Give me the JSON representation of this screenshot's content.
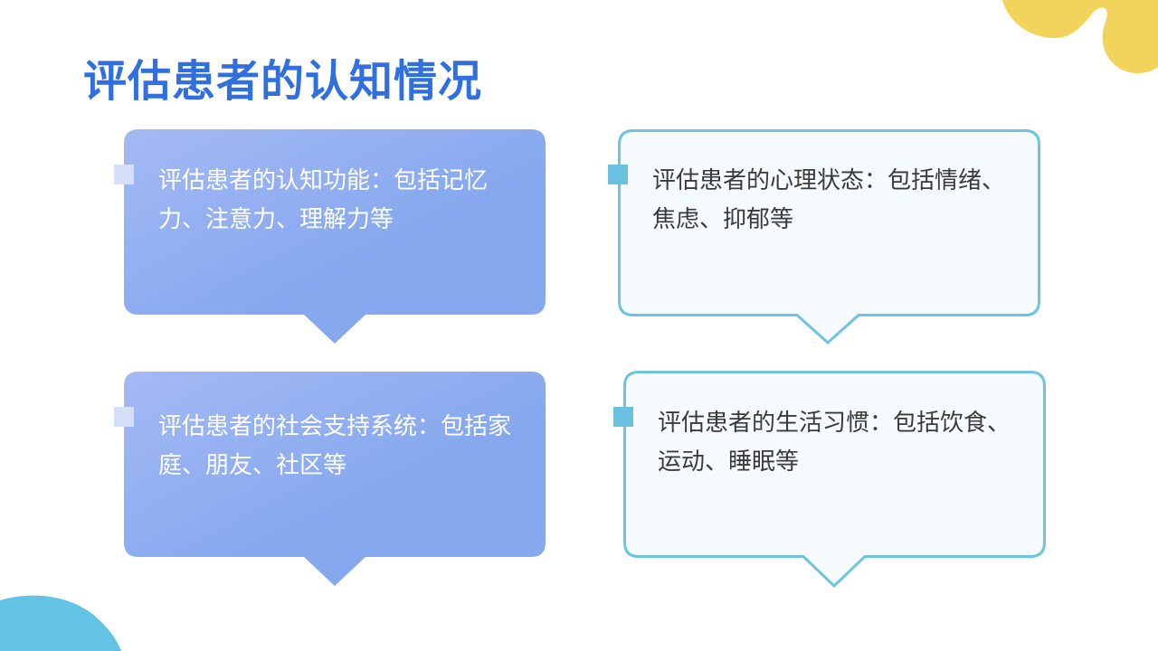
{
  "title": "评估患者的认知情况",
  "colors": {
    "title": "#2f6fe0",
    "blue_card_fill_light": "#a4b9f4",
    "blue_card_fill_dark": "#86a8ee",
    "light_card_fill": "#f6fbfd",
    "light_card_border": "#6cc4de",
    "deco_yellow": "#f2d35c",
    "deco_blue": "#62c3e4"
  },
  "cards": [
    {
      "style": "blue",
      "text": "评估患者的认知功能：包括记忆力、注意力、理解力等"
    },
    {
      "style": "light",
      "text": "评估患者的心理状态：包括情绪、焦虑、抑郁等"
    },
    {
      "style": "blue",
      "text": "评估患者的社会支持系统：包括家庭、朋友、社区等"
    },
    {
      "style": "light",
      "text": "评估患者的生活习惯：包括饮食、运动、睡眠等"
    }
  ]
}
